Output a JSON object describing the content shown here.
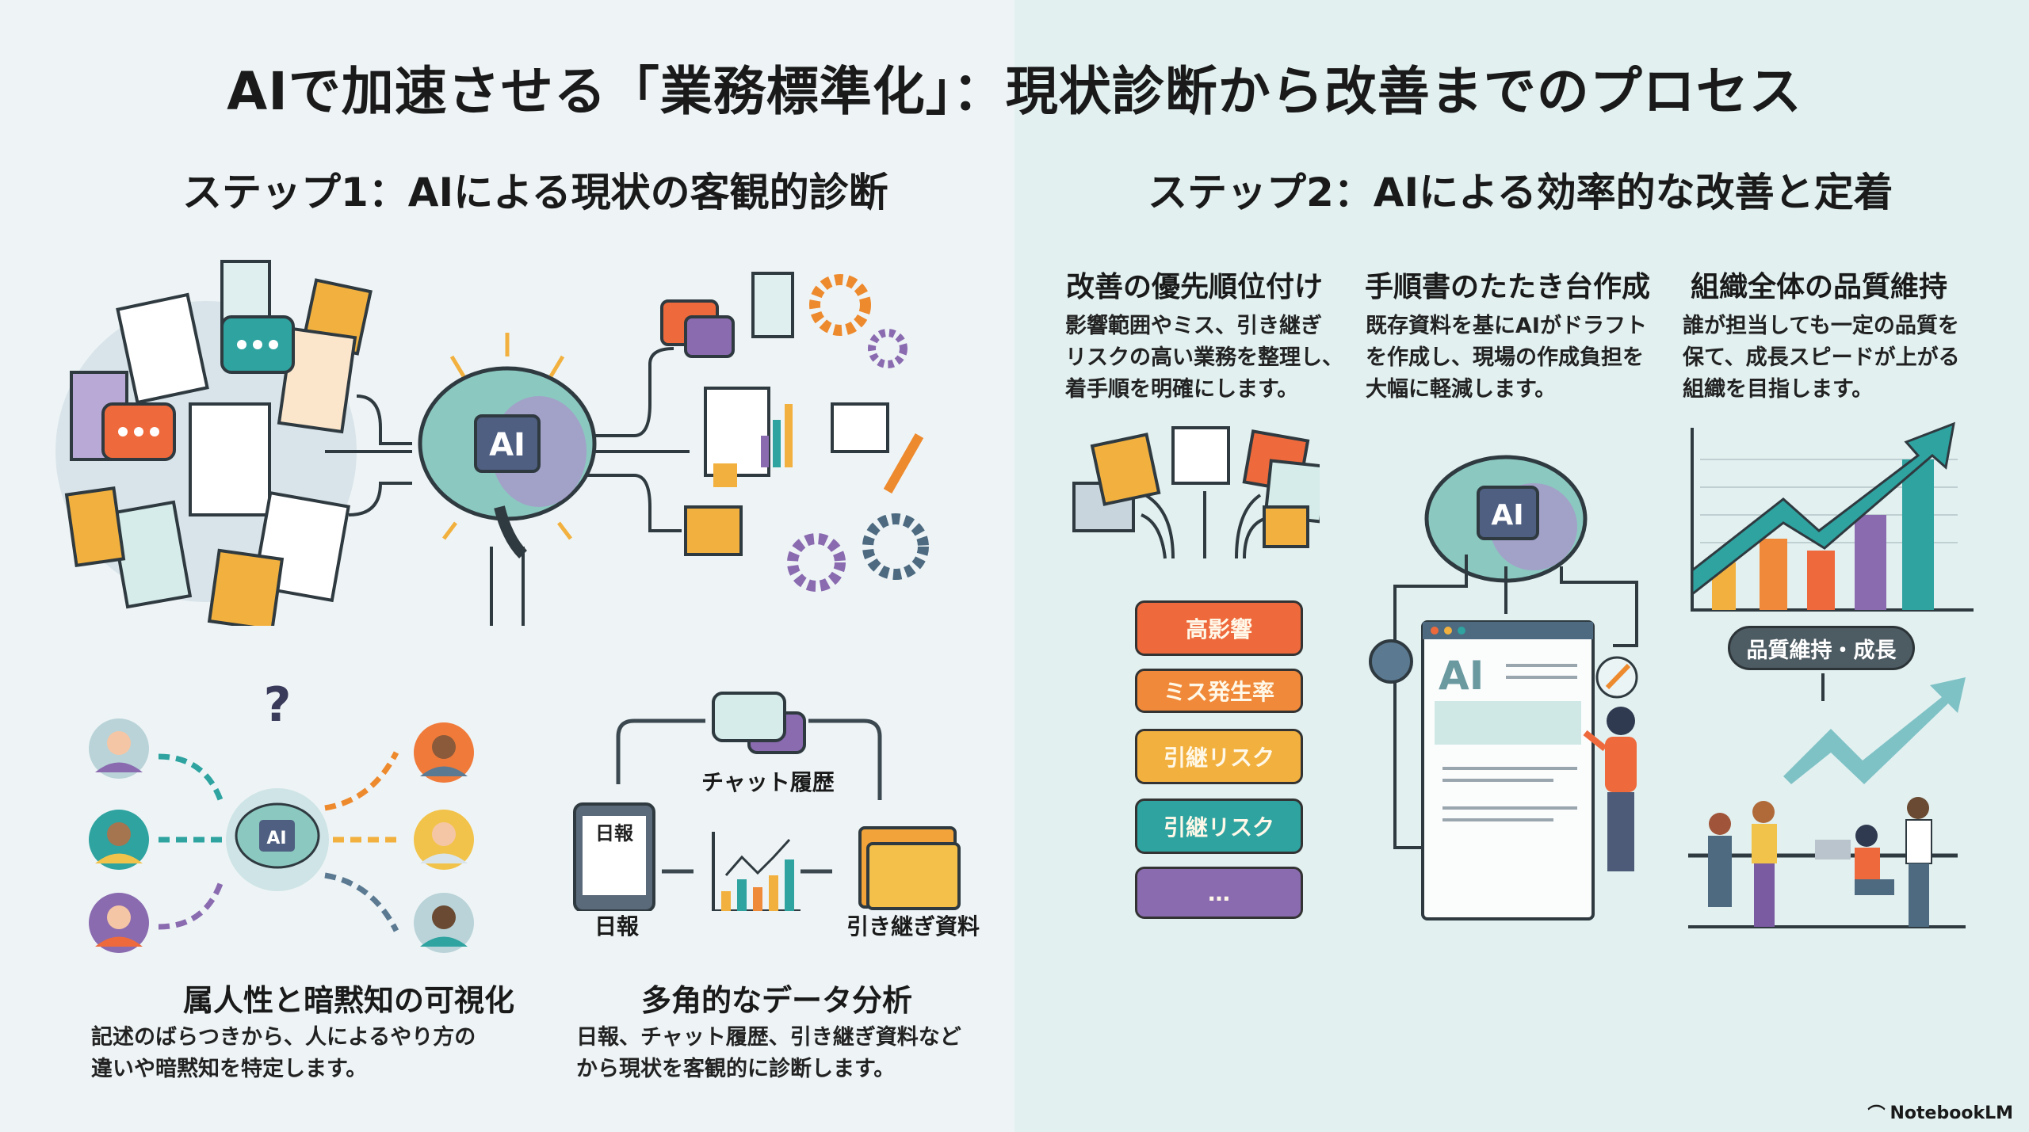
{
  "title": "AIで加速させる「業務標準化」：現状診断から改善までのプロセス",
  "step1": {
    "heading": "ステップ1：AIによる現状の客観的診断",
    "ai_label": "AI",
    "sources": {
      "chat": "チャット履歴",
      "daily": "日報",
      "daily_screen": "日報",
      "handover": "引き継ぎ資料"
    },
    "sections": [
      {
        "title": "属人性と暗黙知の可視化",
        "body_lines": [
          "記述のばらつきから、人によるやり方の",
          "違いや暗黙知を特定します。"
        ]
      },
      {
        "title": "多角的なデータ分析",
        "body_lines": [
          "日報、チャット履歴、引き継ぎ資料など",
          "から現状を客観的に診断します。"
        ]
      }
    ]
  },
  "step2": {
    "heading": "ステップ2：AIによる効率的な改善と定着",
    "columns": [
      {
        "title": "改善の優先順位付け",
        "body_lines": [
          "影響範囲やミス、引き継ぎ",
          "リスクの高い業務を整理し、",
          "着手順を明確にします。"
        ]
      },
      {
        "title": "手順書のたたき台作成",
        "body_lines": [
          "既存資料を基にAIがドラフト",
          "を作成し、現場の作成負担を",
          "大幅に軽減します。"
        ]
      },
      {
        "title": "組織全体の品質維持",
        "body_lines": [
          "誰が担当しても一定の品質を",
          "保て、成長スピードが上がる",
          "組織を目指します。"
        ]
      }
    ],
    "priority_stack": [
      {
        "label": "高影響",
        "color": "#ee6a3c"
      },
      {
        "label": "ミス発生率",
        "color": "#f08a3a"
      },
      {
        "label": "引継リスク",
        "color": "#f2b13f"
      },
      {
        "label": "引継リスク",
        "color": "#2ea3a0"
      },
      {
        "label": "…",
        "color": "#8a6bb0"
      }
    ],
    "ai_label": "AI",
    "doc_ai_label": "AI",
    "badge": "品質維持・成長"
  },
  "watermark": "NotebookLM",
  "colors": {
    "teal": "#2ea3a0",
    "orange": "#ee6a3c",
    "yellow": "#f2b13f",
    "purple": "#8a6bb0",
    "ink": "#2f3a40"
  }
}
